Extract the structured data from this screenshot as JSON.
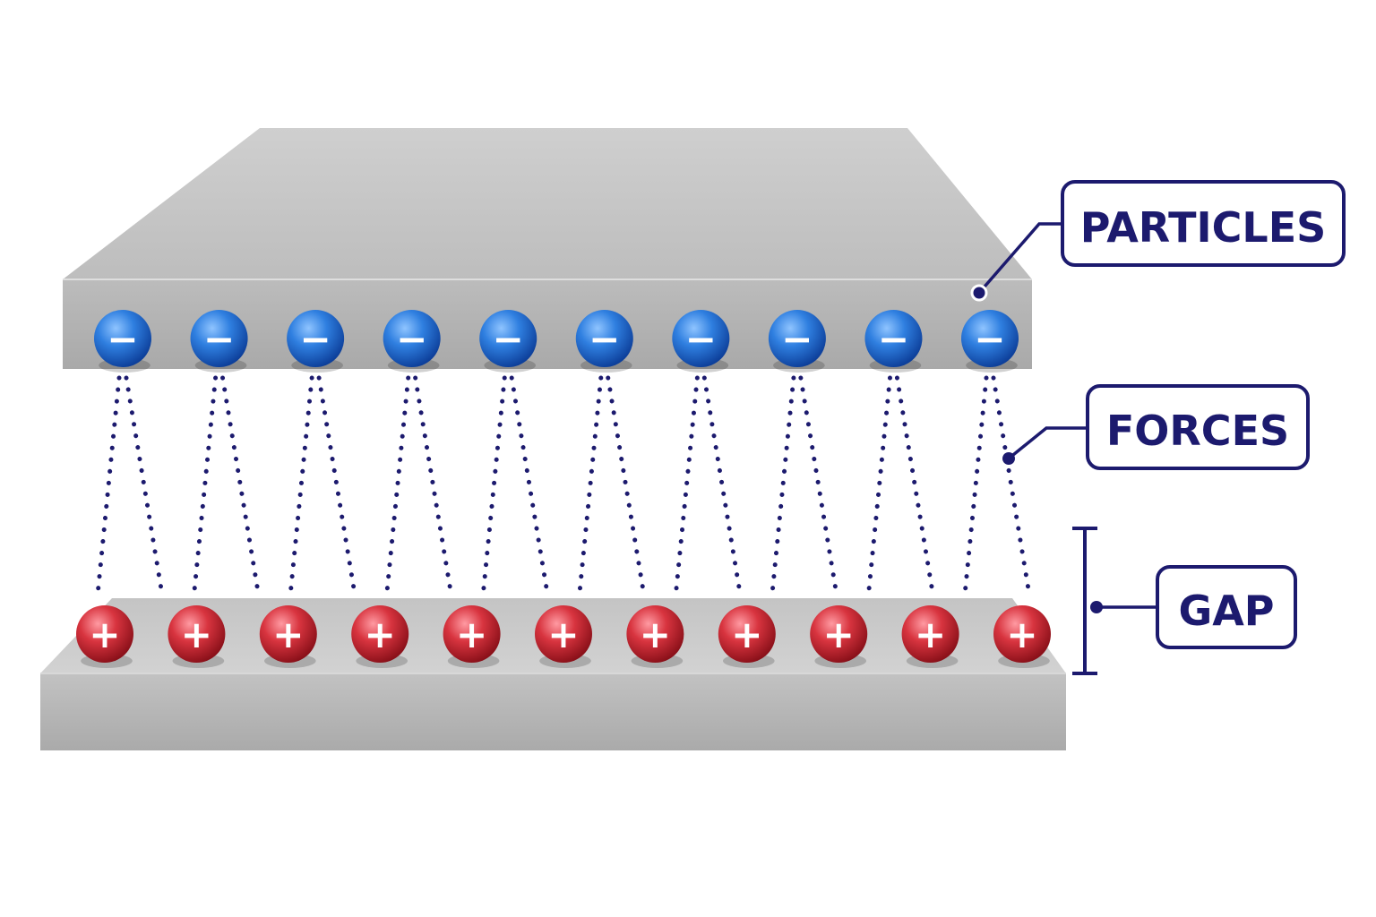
{
  "labels": {
    "particles": "PARTICLES",
    "forces": "FORCES",
    "gap": "GAP"
  },
  "particles": {
    "top_count": 10,
    "bottom_count": 11,
    "negative_sign": "−",
    "positive_sign": "+"
  },
  "colors": {
    "ink": "#1c1a6e",
    "negative": "#1f6fd6",
    "positive": "#d23440",
    "plate": "#c8c8c8",
    "dotted_force": "#1c1a6e"
  }
}
